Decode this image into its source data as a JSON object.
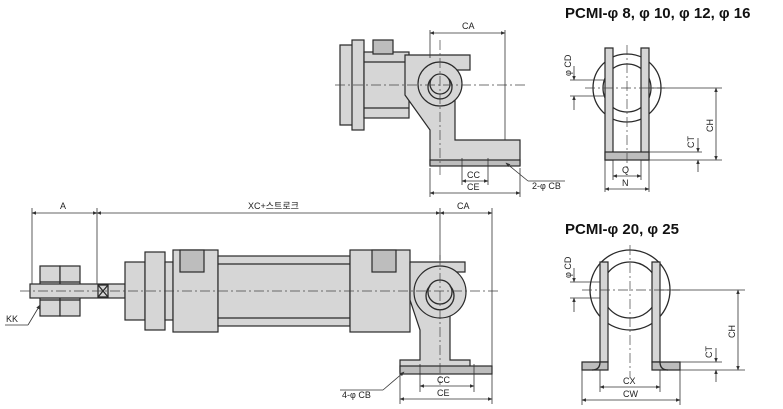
{
  "titles": {
    "small": "PCMI-φ 8, φ 10, φ 12, φ 16",
    "large": "PCMI-φ 20, φ 25"
  },
  "dims": {
    "ca": "CA",
    "cc": "CC",
    "ce": "CE",
    "cb2": "2-φ CB",
    "cb4": "4-φ CB",
    "a": "A",
    "xc": "XC+스트로크",
    "kk": "KK",
    "cd": "φ CD",
    "ch": "CH",
    "ct": "CT",
    "q": "Q",
    "n": "N",
    "cx": "CX",
    "cw": "CW"
  }
}
